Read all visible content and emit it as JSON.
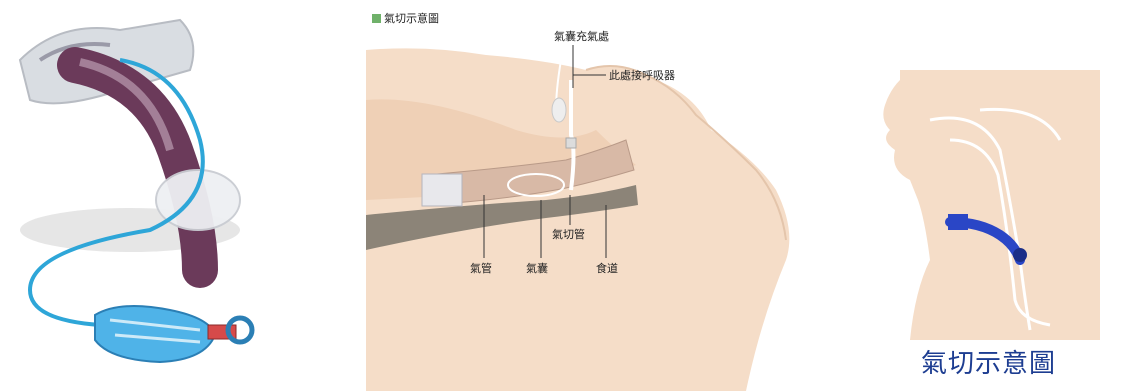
{
  "legend": {
    "label": "氣切示意圖",
    "color": "#6fb16a"
  },
  "labels": {
    "balloon_inflation": "氣囊充氣處",
    "suction_connector": "此處接呼吸器",
    "trach_tube": "氣切管",
    "trachea": "氣管",
    "cuff": "氣囊",
    "esophagus": "食道"
  },
  "caption": "氣切示意圖",
  "colors": {
    "skin": "#f5ddc8",
    "skin_dark": "#efd0b6",
    "tissue_gray": "#8c8478",
    "tube_purple": "#6b3a5a",
    "tube_blue": "#2a46c6",
    "caption_blue": "#1d3d91"
  }
}
